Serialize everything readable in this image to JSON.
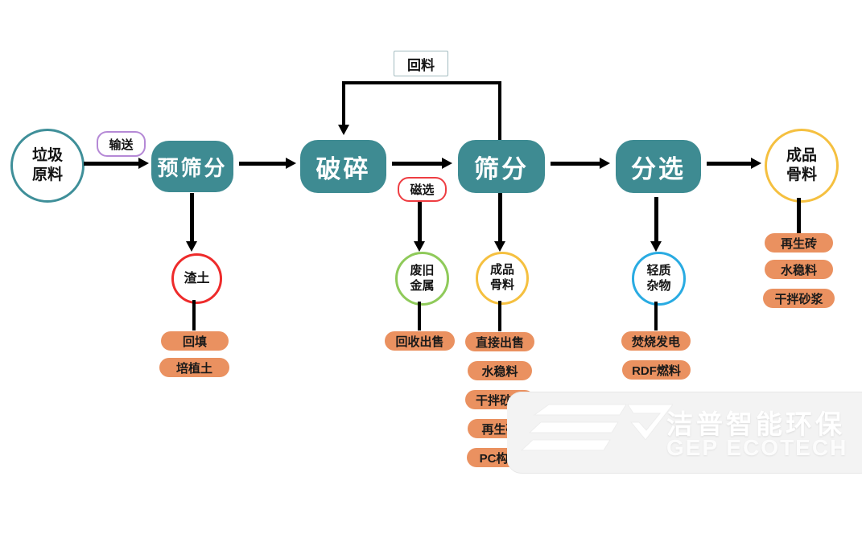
{
  "colors": {
    "stage_fill": "#3e8b92",
    "stage_text": "#ffffff",
    "source_circle_border": "#3f8f99",
    "product_circle_border": "#f5c040",
    "residue_circle_border": "#ee2b2b",
    "metal_circle_border": "#8fca5a",
    "light_waste_circle_border": "#29abe2",
    "output_pill_fill": "#ea9160",
    "transport_tag_border": "#b589d6",
    "magnetic_tag_border": "#ee3d42",
    "recycle_tag_border": "#a3bcc0",
    "arrow": "#000000",
    "watermark_band": "#f3f3f3"
  },
  "flow": {
    "source": {
      "line1": "垃圾",
      "line2": "原料"
    },
    "transport": "输送",
    "stages": [
      {
        "label": "预筛分"
      },
      {
        "label": "破碎"
      },
      {
        "label": "筛分"
      },
      {
        "label": "分选"
      }
    ],
    "recycle": "回料",
    "magnetic": "磁选",
    "product": {
      "line1": "成品",
      "line2": "骨料"
    }
  },
  "branches": {
    "prescreen": {
      "node": "渣土",
      "outputs": [
        "回填",
        "培植土"
      ]
    },
    "crush": {
      "node_line1": "废旧",
      "node_line2": "金属",
      "outputs": [
        "回收出售"
      ]
    },
    "screen": {
      "node_line1": "成品",
      "node_line2": "骨料",
      "outputs": [
        "直接出售",
        "水稳料",
        "干拌砂浆",
        "再生砖",
        "PC构件"
      ]
    },
    "sort": {
      "node_line1": "轻质",
      "node_line2": "杂物",
      "outputs": [
        "焚烧发电",
        "RDF燃料"
      ]
    },
    "product": {
      "outputs": [
        "再生砖",
        "水稳料",
        "干拌砂浆"
      ]
    }
  },
  "watermark": {
    "cn": "洁普智能环保",
    "en": "GEP ECOTECH"
  }
}
